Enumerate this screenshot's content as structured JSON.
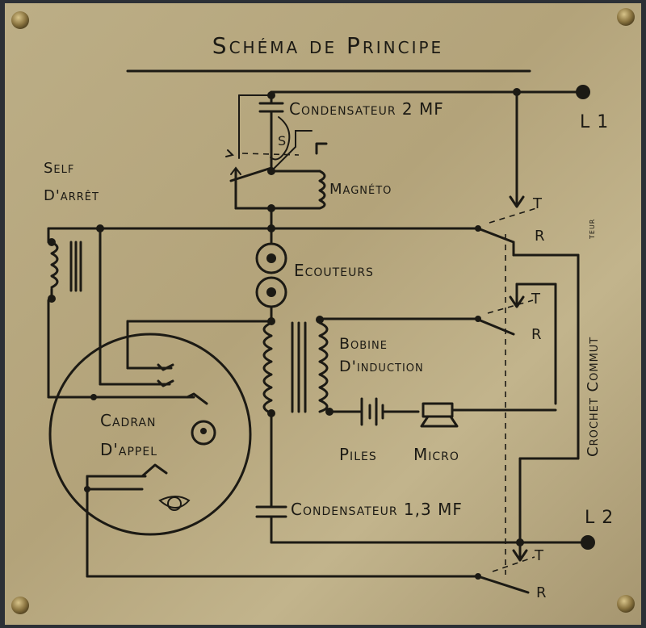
{
  "title": "Schéma de Principe",
  "labels": {
    "condensateur_top": "Condensateur 2 MF",
    "magneto": "Magnéto",
    "self_line1": "Self",
    "self_line2": "D'arrêt",
    "ecouteurs": "Ecouteurs",
    "bobine_line1": "Bobine",
    "bobine_line2": "D'induction",
    "cadran_line1": "Cadran",
    "cadran_line2": "D'appel",
    "piles": "Piles",
    "micro": "Micro",
    "condensateur_bottom": "Condensateur 1,3 MF",
    "crochet_commut": "Crochet Commut",
    "crochet_teur": "teur",
    "l1": "L 1",
    "l2": "L 2",
    "s": "S",
    "t1": "T",
    "r1": "R",
    "t2": "T",
    "r2": "R",
    "t3": "T",
    "r3": "R"
  },
  "colors": {
    "plate": "#b4a47c",
    "ink": "#1c1a14",
    "frame": "#2c3036",
    "screw": "#8a7440"
  }
}
